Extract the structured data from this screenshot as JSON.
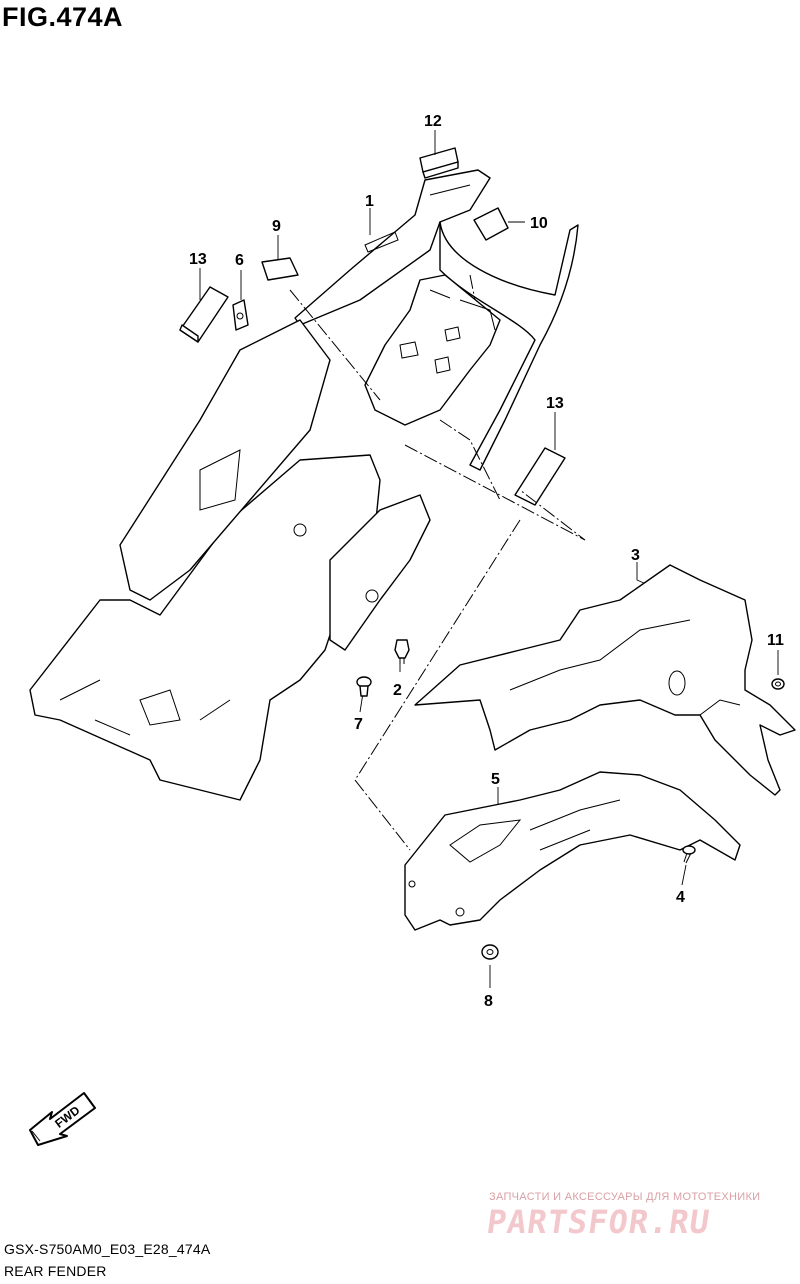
{
  "figure": {
    "title": "FIG.474A",
    "diagram_code": "GSX-S750AM0_E03_E28_474A",
    "section_name": "REAR FENDER"
  },
  "callouts": [
    {
      "id": "1",
      "label": "1"
    },
    {
      "id": "2",
      "label": "2"
    },
    {
      "id": "3",
      "label": "3"
    },
    {
      "id": "4",
      "label": "4"
    },
    {
      "id": "5",
      "label": "5"
    },
    {
      "id": "6",
      "label": "6"
    },
    {
      "id": "7",
      "label": "7"
    },
    {
      "id": "8",
      "label": "8"
    },
    {
      "id": "9",
      "label": "9"
    },
    {
      "id": "10",
      "label": "10"
    },
    {
      "id": "11",
      "label": "11"
    },
    {
      "id": "12",
      "label": "12"
    },
    {
      "id": "13a",
      "label": "13"
    },
    {
      "id": "13b",
      "label": "13"
    }
  ],
  "direction_arrow": {
    "label": "FWD",
    "icon": "fwd-arrow-icon"
  },
  "watermark": {
    "tagline": "ЗАПЧАСТИ И АКСЕССУАРЫ ДЛЯ МОТОТЕХНИКИ",
    "logo": "PARTSFOR.RU",
    "color": "#f2c8cc"
  }
}
